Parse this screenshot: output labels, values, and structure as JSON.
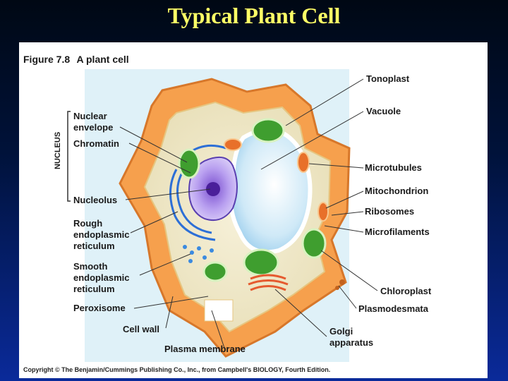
{
  "slide": {
    "title": "Typical Plant Cell"
  },
  "figure": {
    "number": "Figure 7.8",
    "title": "A plant cell",
    "copyright": "Copyright © The Benjamin/Cummings Publishing Co., Inc., from Campbell's BIOLOGY, Fourth Edition."
  },
  "labels": {
    "nuclear_envelope": "Nuclear envelope",
    "chromatin": "Chromatin",
    "nucleus_bracket": "NUCLEUS",
    "nucleolus": "Nucleolus",
    "rough_er": "Rough endoplasmic reticulum",
    "smooth_er": "Smooth endoplasmic reticulum",
    "peroxisome": "Peroxisome",
    "cell_wall": "Cell wall",
    "plasma_membrane": "Plasma membrane",
    "golgi": "Golgi apparatus",
    "plasmodesmata": "Plasmodesmata",
    "chloroplast": "Chloroplast",
    "microfilaments": "Microfilaments",
    "ribosomes": "Ribosomes",
    "mitochondrion": "Mitochondrion",
    "microtubules": "Microtubules",
    "vacuole": "Vacuole",
    "tonoplast": "Tonoplast"
  }
}
